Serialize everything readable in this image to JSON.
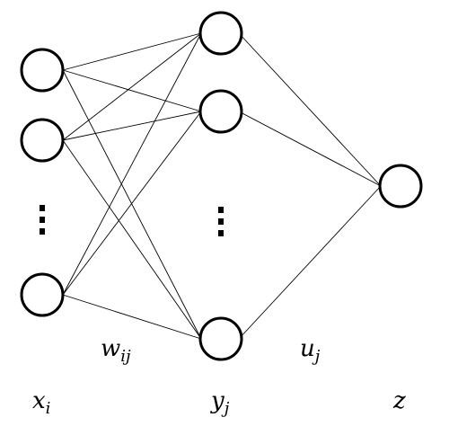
{
  "diagram": {
    "labels": {
      "input_var": "x",
      "input_sub": "i",
      "hidden_var": "y",
      "hidden_sub": "j",
      "output_var": "z",
      "w_var": "w",
      "w_sub": "ij",
      "u_var": "u",
      "u_sub": "j"
    },
    "layers": [
      {
        "id": "input",
        "visible_nodes": 3,
        "ellipsis": true
      },
      {
        "id": "hidden",
        "visible_nodes": 3,
        "ellipsis": true
      },
      {
        "id": "output",
        "visible_nodes": 1,
        "ellipsis": false
      }
    ],
    "connections": "fully-connected"
  }
}
